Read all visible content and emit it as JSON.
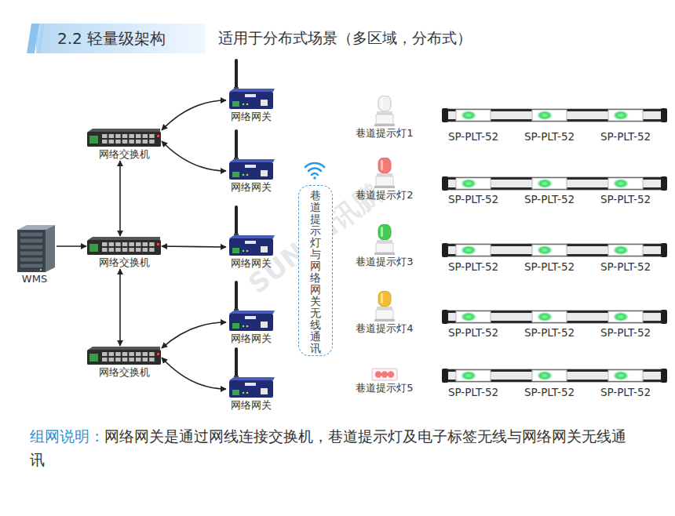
{
  "diagram": {
    "title": "2.2 轻量级架构",
    "caption": "网络网关是通过网线连接交换机，巷道提示灯及电子标签无线与网络网关无线通讯",
    "nodes": [
      {
        "text": [
          "WMS"
        ]
      },
      {
        "text": [
          "网络交换机"
        ]
      },
      {
        "text": [
          "网络交换机"
        ]
      },
      {
        "text": [
          "网络交换机"
        ]
      },
      {
        "text": [
          "网络网关"
        ]
      },
      {
        "text": [
          "网络网关"
        ]
      },
      {
        "text": [
          "网络网关"
        ]
      },
      {
        "text": [
          "网络网关"
        ]
      },
      {
        "text": [
          "网络网关"
        ]
      },
      {
        "text": [
          "巷道提示灯与网络网关无线通讯"
        ]
      },
      {
        "text": [
          "巷道提示灯1"
        ]
      },
      {
        "text": [
          "巷道提示灯2"
        ]
      },
      {
        "text": [
          "巷道提示灯3"
        ]
      },
      {
        "text": [
          "巷道提示灯4"
        ]
      },
      {
        "text": [
          "巷道提示灯5"
        ]
      }
    ],
    "edges": [
      {
        "from": 0,
        "to": 2,
        "arrow": "to"
      },
      {
        "from": 1,
        "to": 2,
        "arrow": "both"
      },
      {
        "from": 2,
        "to": 3,
        "arrow": "both"
      },
      {
        "from": 1,
        "to": 4,
        "arrow": "both"
      },
      {
        "from": 1,
        "to": 5,
        "arrow": "both"
      },
      {
        "from": 2,
        "to": 6,
        "arrow": "both"
      },
      {
        "from": 3,
        "to": 7,
        "arrow": "both"
      },
      {
        "from": 3,
        "to": 8,
        "arrow": "both"
      }
    ],
    "labels": [
      "适用于分布式场景（多区域，分布式）",
      "SUNPN讯鹏",
      "组网说明：",
      "SP-PLT-52",
      "SP-PLT-52",
      "SP-PLT-52",
      "SP-PLT-52",
      "SP-PLT-52",
      "SP-PLT-52",
      "SP-PLT-52",
      "SP-PLT-52",
      "SP-PLT-52",
      "SP-PLT-52",
      "SP-PLT-52",
      "SP-PLT-52",
      "SP-PLT-52",
      "SP-PLT-52",
      "SP-PLT-52"
    ]
  }
}
